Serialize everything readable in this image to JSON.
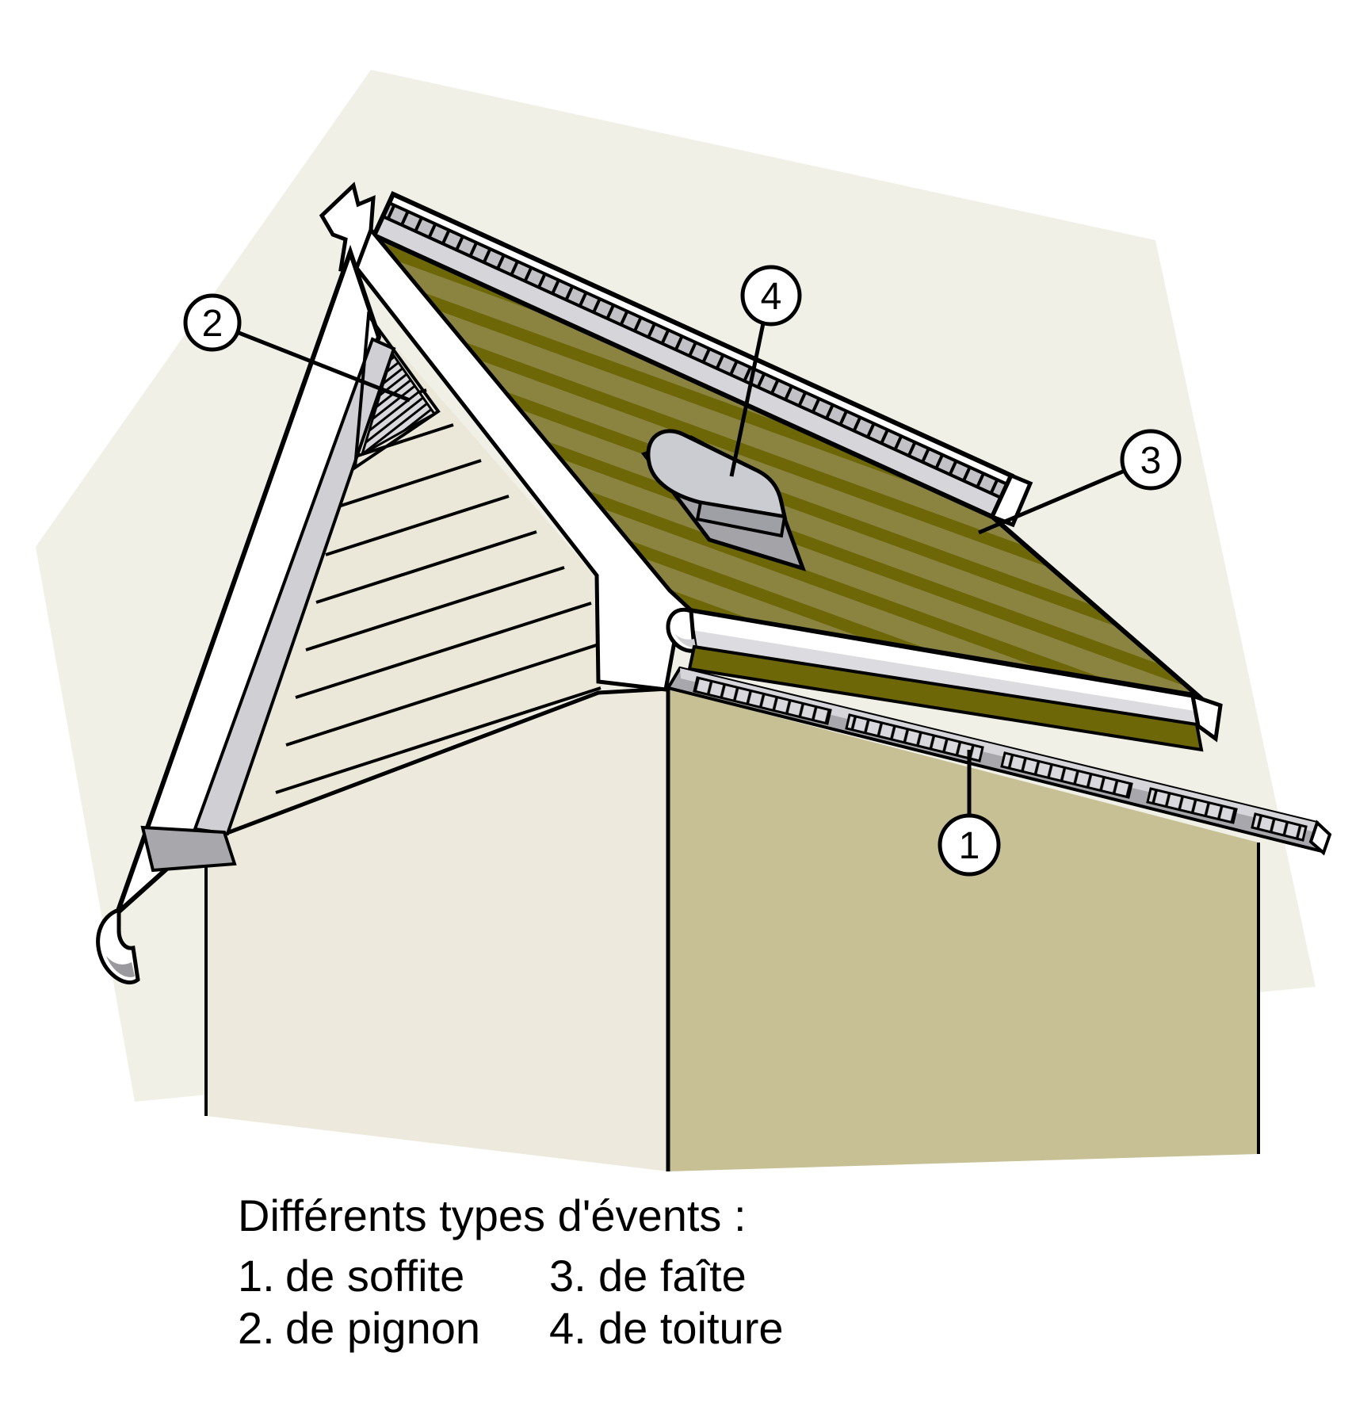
{
  "figure": {
    "title": "Différents types d'évents :",
    "legend": {
      "items": [
        {
          "num": "1.",
          "label": "de soffite"
        },
        {
          "num": "2.",
          "label": "de pignon"
        },
        {
          "num": "3.",
          "label": "de faîte"
        },
        {
          "num": "4.",
          "label": "de toiture"
        }
      ]
    },
    "callouts": [
      {
        "num": "1",
        "target": "soffit-vent"
      },
      {
        "num": "2",
        "target": "gable-vent"
      },
      {
        "num": "3",
        "target": "ridge-vent"
      },
      {
        "num": "4",
        "target": "roof-vent"
      }
    ],
    "colors": {
      "outline": "#000000",
      "background_blob": "#f1f0e7",
      "roof_light": "#8a8440",
      "roof_dark": "#6d6708",
      "wall_front": "#c7c095",
      "wall_gable": "#edeadd",
      "siding": "#ebe8da",
      "white": "#ffffff",
      "gray_light": "#d6d6da",
      "gray_mid": "#a8a8ac",
      "gray_lining": "#d0d0d4",
      "gray_dark": "#9a9a9e",
      "ridge_band": "#c2c2c6",
      "vent_fill": "#d9d9dd",
      "fascia_shade": "#dcdce0",
      "hood_top": "#cbccd1",
      "hood_front": "#9fa0a5",
      "flashing": "#a4a4a8"
    }
  }
}
